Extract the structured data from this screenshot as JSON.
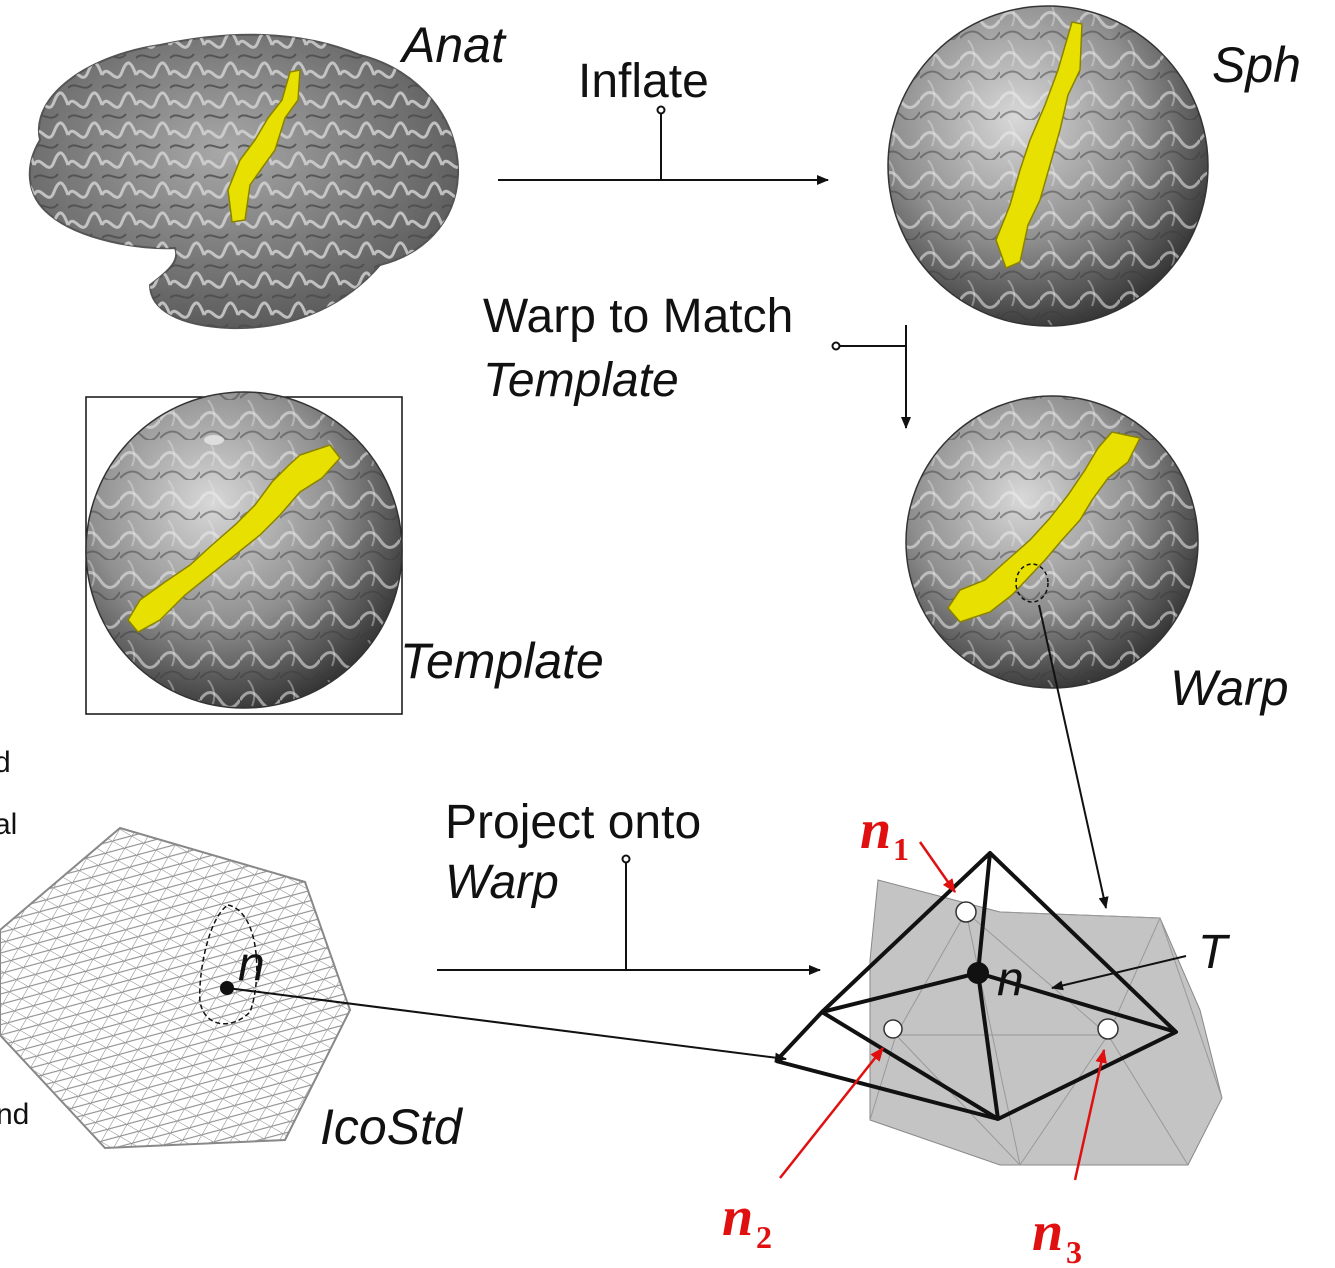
{
  "labels": {
    "anat": "Anat",
    "sph": "Sph",
    "inflate": "Inflate",
    "warp_to_match_line1": "Warp to Match",
    "warp_to_match_line2": "Template",
    "template": "Template",
    "warp": "Warp",
    "project_onto_line1": "Project onto",
    "project_onto_line2": "Warp",
    "icostd": "IcoStd",
    "node_n_ico": "n",
    "node_n_mesh": "n",
    "triangle_T": "T",
    "n1_base": "n",
    "n1_sub": "1",
    "n2_base": "n",
    "n2_sub": "2",
    "n3_base": "n",
    "n3_sub": "3",
    "cut_fragment_1": "d",
    "cut_fragment_2": "al",
    "cut_fragment_3": "nd"
  },
  "colors": {
    "roi_yellow": "#e8e000",
    "brain_gray": "#7a7a7a",
    "mesh_fill": "#c4c4c4",
    "annotation_red": "#e01010"
  }
}
